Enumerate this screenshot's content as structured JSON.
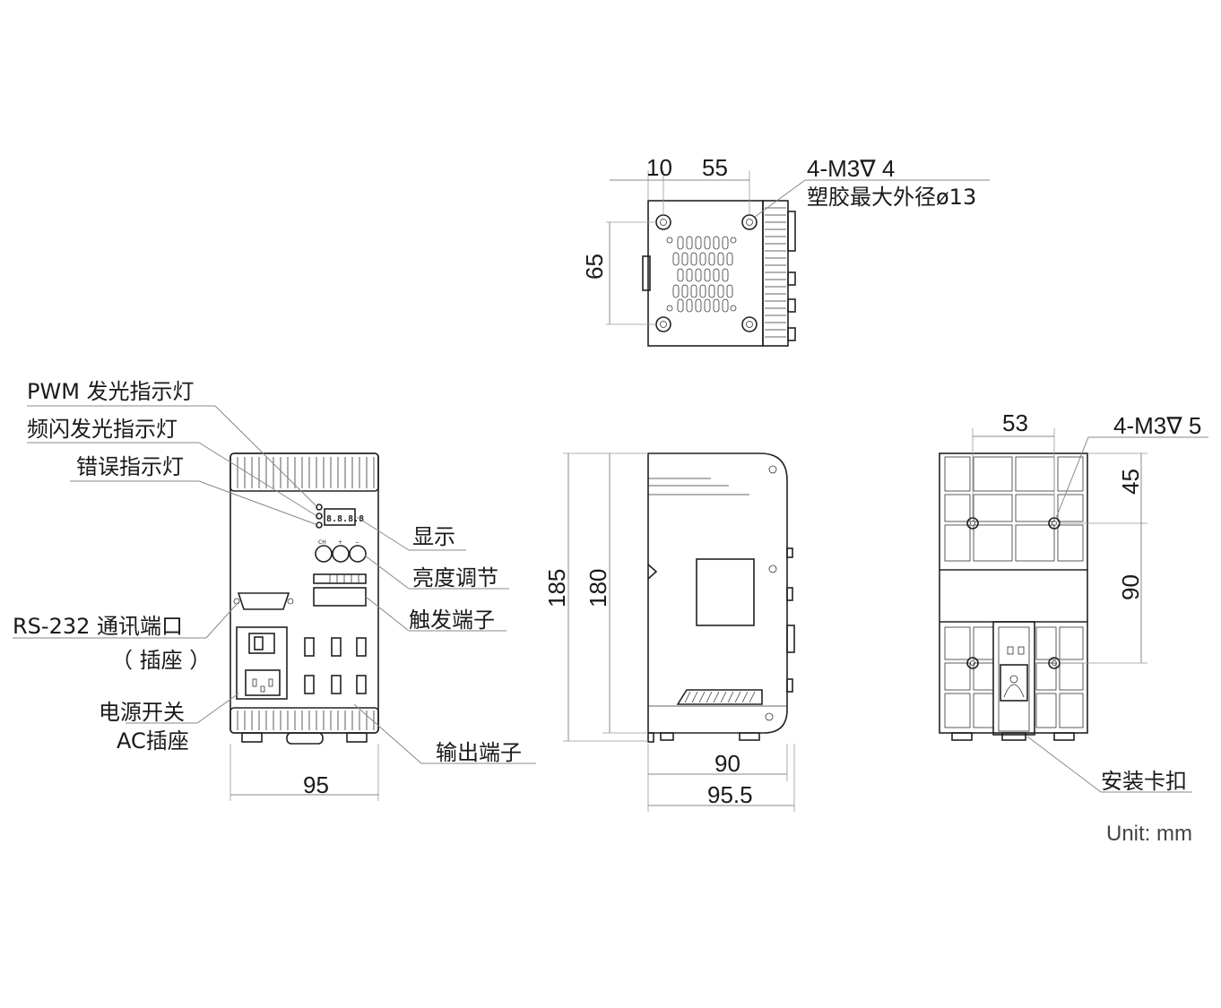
{
  "top_view": {
    "dims": {
      "d10": "10",
      "d55": "55",
      "d65": "65"
    },
    "callout_line1": "4-M3∇ 4",
    "callout_line2": "塑胶最大外径ø13"
  },
  "front_view": {
    "labels": {
      "pwm_led": "PWM 发光指示灯",
      "strobe_led": "频闪发光指示灯",
      "error_led": "错误指示灯",
      "display": "显示",
      "brightness": "亮度调节",
      "trigger": "触发端子",
      "rs232_line1": "RS-232 通讯端口",
      "rs232_line2": "（ 插座 ）",
      "power_line1": "电源开关",
      "power_line2": "AC插座",
      "output": "输出端子"
    },
    "panel_text": {
      "display_digits": "8.8.8.8",
      "ch_button": "CH",
      "plus_button": "+",
      "minus_button": "−"
    },
    "dims": {
      "width": "95"
    }
  },
  "side_view": {
    "dims": {
      "h185": "185",
      "h180": "180",
      "w90": "90",
      "w95_5": "95.5"
    }
  },
  "back_view": {
    "dims": {
      "d53": "53",
      "d45": "45",
      "d90": "90"
    },
    "callout": "4-M3∇ 5",
    "mount_label": "安装卡扣"
  },
  "unit": "Unit: mm"
}
